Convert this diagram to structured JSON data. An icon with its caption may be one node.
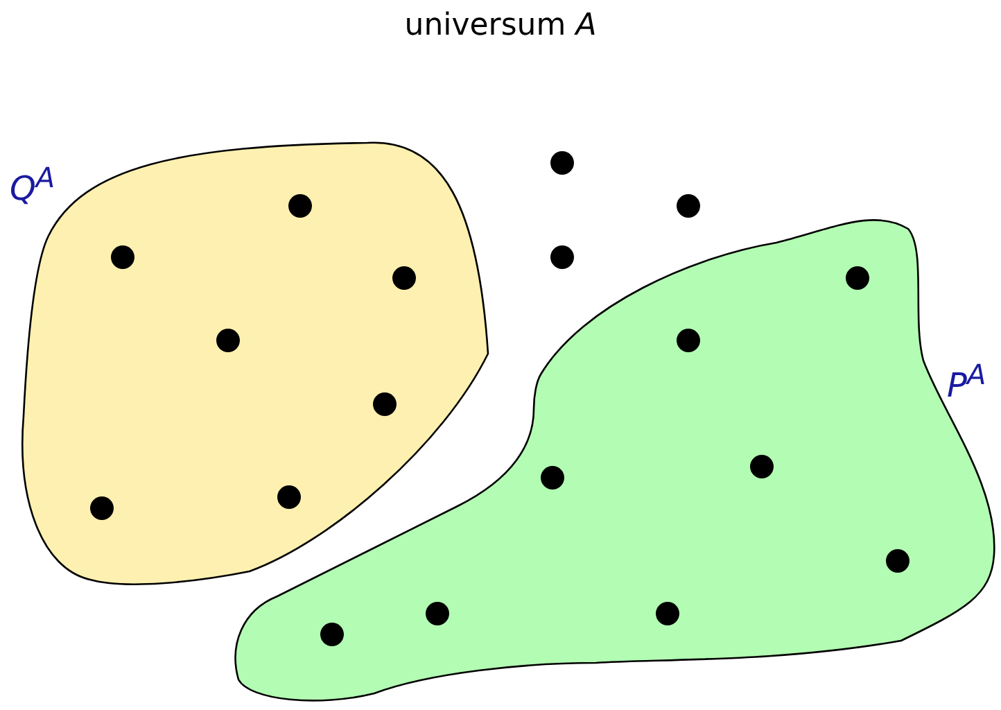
{
  "diagram": {
    "title": "universum *A*",
    "nodes": [
      {
        "text": [
          "Q$^{A}$"
        ]
      },
      {
        "text": [],
        "shape": "circle",
        "in": 0
      },
      {
        "text": [],
        "shape": "circle",
        "in": 0
      },
      {
        "text": [],
        "shape": "circle",
        "in": 0
      },
      {
        "text": [],
        "shape": "circle",
        "in": 0
      },
      {
        "text": [],
        "shape": "circle",
        "in": 0
      },
      {
        "text": [],
        "shape": "circle",
        "in": 0
      },
      {
        "text": [],
        "shape": "circle",
        "in": 0
      },
      {
        "text": [],
        "shape": "circle"
      },
      {
        "text": [],
        "shape": "circle"
      },
      {
        "text": [],
        "shape": "circle"
      },
      {
        "text": [
          "P$^{A}$"
        ]
      },
      {
        "text": [],
        "shape": "circle",
        "in": 11
      },
      {
        "text": [],
        "shape": "circle",
        "in": 11
      },
      {
        "text": [],
        "shape": "circle",
        "in": 11
      },
      {
        "text": [],
        "shape": "circle",
        "in": 11
      },
      {
        "text": [],
        "shape": "circle",
        "in": 11
      },
      {
        "text": [],
        "shape": "circle",
        "in": 11
      },
      {
        "text": [],
        "shape": "circle",
        "in": 11
      },
      {
        "text": [],
        "shape": "circle",
        "in": 11
      }
    ],
    "edges": []
  }
}
